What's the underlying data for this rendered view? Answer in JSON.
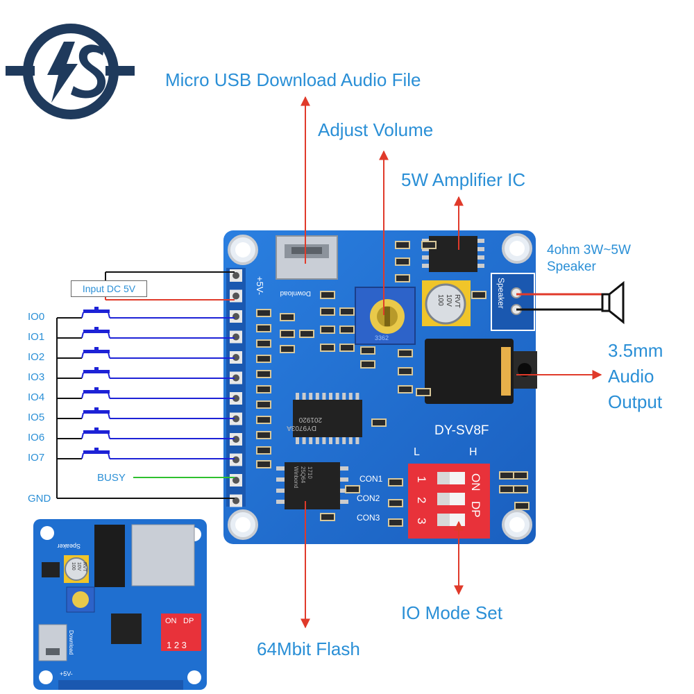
{
  "logo": {
    "text": "IS"
  },
  "callouts": {
    "usb": "Micro USB Download Audio File",
    "volume": "Adjust Volume",
    "amp": "5W Amplifier  IC",
    "speaker": [
      "4ohm 3W~5W",
      "Speaker"
    ],
    "audio_out": [
      "3.5mm",
      "Audio",
      "Output"
    ],
    "io_mode": "IO Mode Set",
    "flash": "64Mbit Flash"
  },
  "wiring": {
    "input_dc": "Input DC 5V",
    "io_labels": [
      "IO0",
      "IO1",
      "IO2",
      "IO3",
      "IO4",
      "IO5",
      "IO6",
      "IO7"
    ],
    "busy": "BUSY",
    "gnd": "GND"
  },
  "board": {
    "model": "DY-SV8F",
    "header_label": "+5V-",
    "download_label": "Download",
    "speaker_label": "Speaker",
    "cap_text": [
      "100",
      "10V",
      "RVT"
    ],
    "chip_text": [
      "201920",
      "DY9703A"
    ],
    "flash_text": [
      "Winbond",
      "25Q64",
      "1710"
    ],
    "pot_text": "3362",
    "switch_labels": {
      "low": "L",
      "high": "H",
      "on": "ON",
      "dp": "DP",
      "nums": [
        "1",
        "2",
        "3"
      ]
    },
    "con_labels": [
      "CON1",
      "CON2",
      "CON3"
    ]
  },
  "thumbnail": {
    "switch_text": {
      "on": "ON",
      "dp": "DP",
      "nums": "1 2 3"
    },
    "header_label": "+5V-",
    "speaker_label": "Speaker",
    "download_label": "Download",
    "cap_text": [
      "100",
      "10V",
      "RVT"
    ]
  },
  "colors": {
    "label_blue": "#2a8fd6",
    "pcb_blue": "#1f6fd0",
    "logo_navy": "#1f3a5c",
    "arrow_red": "#e03a2a",
    "wire_blue": "#1d22d6",
    "wire_green": "#2fc02f"
  }
}
